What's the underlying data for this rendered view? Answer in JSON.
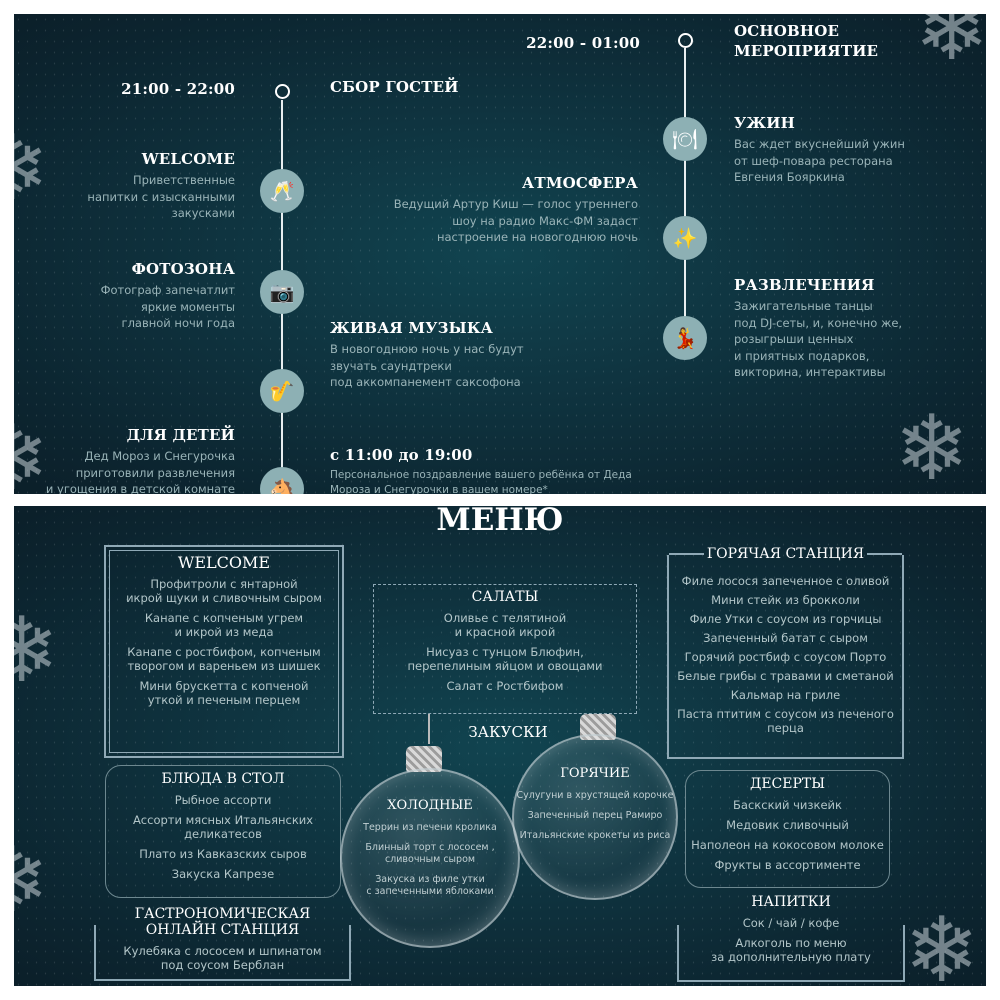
{
  "program": {
    "left_time": "21:00 - 22:00",
    "left_heading": "СБОР ГОСТЕЙ",
    "right_time": "22:00 - 01:00",
    "right_heading": "ОСНОВНОЕ\nМЕРОПРИЯТИЕ",
    "items": [
      {
        "title": "WELCOME",
        "text": "Приветственные\nнапитки с изысканными\nзакусками",
        "icon": "wine-glasses-icon"
      },
      {
        "title": "ФОТОЗОНА",
        "text": "Фотограф запечатлит\nяркие моменты\nглавной ночи года",
        "icon": "camera-icon"
      },
      {
        "title": "ДЛЯ ДЕТЕЙ",
        "text": "Дед Мороз и Снегурочка\nприготовили развлечения\nи угощения в детской комнате",
        "icon": "rocking-horse-icon"
      },
      {
        "title": "АТМОСФЕРА",
        "text": "Ведущий Артур Киш — голос утреннего\nшоу на радио Макс-ФМ задаст\nнастроение на новогоднюю ночь",
        "icon": "fireworks-icon"
      },
      {
        "title": "ЖИВАЯ МУЗЫКА",
        "text": "В новогоднюю ночь у нас будут\nзвучать саундтреки\nпод аккомпанемент саксофона",
        "icon": "saxophone-icon"
      },
      {
        "title": "с 11:00 до 19:00",
        "text": "Персональное поздравление вашего ребёнка от Деда\nМороза и Снегурочки в вашем номере*"
      },
      {
        "title": "УЖИН",
        "text": "Вас ждет вкуснейший ужин\nот шеф-повара ресторана\nЕвгения Бояркина",
        "icon": "cloche-icon"
      },
      {
        "title": "РАЗВЛЕЧЕНИЯ",
        "text": "Зажигательные танцы\nпод DJ-сеты, и, конечно же,\nрозыгрыши ценных\nи приятных подарков,\nвикторина, интерактивы",
        "icon": "dancer-icon"
      }
    ]
  },
  "menu": {
    "title": "МЕНЮ",
    "welcome": {
      "title": "WELCOME",
      "items": [
        "Профитроли с янтарной\nикрой щуки и сливочным сыром",
        "Канапе с копченым угрем\nи икрой из меда",
        "Канапе с ростбифом,  копченым\nтворогом и вареньем из шишек",
        "Мини брускетта с копченой\nуткой и печеным перцем"
      ]
    },
    "table": {
      "title": "БЛЮДА В СТОЛ",
      "items": [
        "Рыбное ассорти",
        "Ассорти мясных Итальянских\nделикатесов",
        "Плато из Кавказских сыров",
        "Закуска Капрезе"
      ]
    },
    "gastro": {
      "title": "ГАСТРОНОМИЧЕСКАЯ\nОНЛАЙН СТАНЦИЯ",
      "items": [
        "Кулебяка с лососем и шпинатом\nпод соусом Берблан"
      ]
    },
    "salads": {
      "title": "САЛАТЫ",
      "items": [
        "Оливье с телятиной\nи красной икрой",
        "Нисуаз с тунцом Блюфин,\nперепелиным яйцом и овощами",
        "Салат с Ростбифом"
      ]
    },
    "snacks_title": "ЗАКУСКИ",
    "cold": {
      "title": "ХОЛОДНЫЕ",
      "items": [
        "Террин из печени кролика",
        "Блинный торт с лососем ,\nсливочным сыром",
        "Закуска из филе утки\nс запеченными яблоками"
      ]
    },
    "hot": {
      "title": "ГОРЯЧИЕ",
      "items": [
        "Сулугуни в хрустящей корочке",
        "Запеченный перец Рамиро",
        "Итальянские крокеты из риса"
      ]
    },
    "hot_station": {
      "title": "ГОРЯЧАЯ СТАНЦИЯ",
      "items": [
        "Филе лосося запеченное с оливой",
        "Мини стейк из брокколи",
        "Филе Утки с соусом из горчицы",
        "Запеченный батат с сыром",
        "Горячий ростбиф с соусом Порто",
        "Белые грибы с травами и сметаной",
        "Кальмар на гриле",
        "Паста птитим с соусом из печеного\nперца"
      ]
    },
    "desserts": {
      "title": "ДЕСЕРТЫ",
      "items": [
        "Баскский чизкейк",
        "Медовик сливочный",
        "Наполеон на кокосовом молоке",
        "Фрукты в ассортименте"
      ]
    },
    "drinks": {
      "title": "НАПИТКИ",
      "items": [
        "Сок / чай / кофе",
        "Алкоголь по меню\nза дополнительную плату"
      ]
    }
  }
}
